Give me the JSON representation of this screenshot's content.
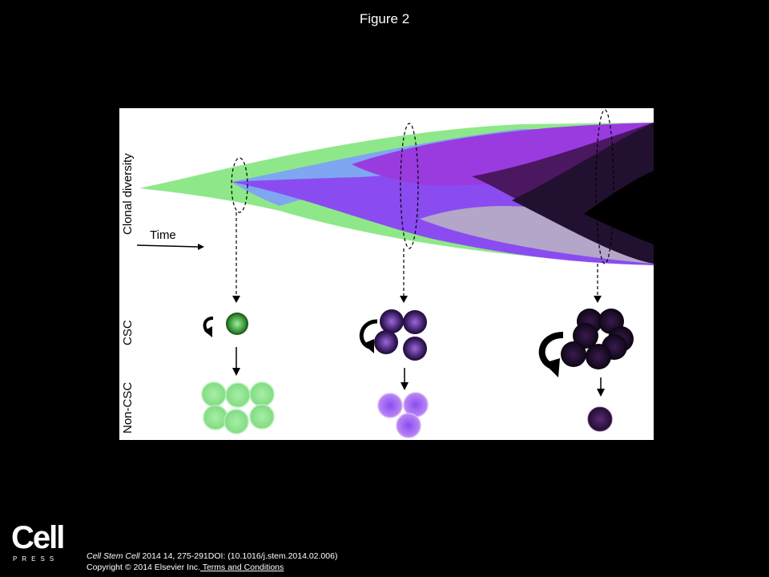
{
  "header": {
    "title": "Figure 2"
  },
  "diagram": {
    "y_axis_label": "Clonal diversity",
    "x_axis_label": "Time",
    "row_labels": {
      "csc": "CSC",
      "non_csc": "Non-CSC"
    },
    "stages": [
      {
        "csc_count": 1,
        "non_csc_count": 6,
        "csc_color": "#3fae3f",
        "non_csc_color": "#9be59b"
      },
      {
        "csc_count": 4,
        "non_csc_count": 3,
        "csc_color": "#5a2a8a",
        "non_csc_color": "#b680ee"
      },
      {
        "csc_count": 7,
        "non_csc_count": 1,
        "csc_color": "#2a0f3a",
        "non_csc_color": "#3a1848"
      }
    ],
    "clone_colors": [
      "#8ee88a",
      "#7fa6f0",
      "#8a4cf0",
      "#9a3be0",
      "#b3a6c8",
      "#4a1760",
      "#221030",
      "#000000"
    ]
  },
  "footer": {
    "logo_word": "Cell",
    "logo_sub": "PRESS",
    "journal": "Cell Stem Cell",
    "citation_rest": " 2014 14, 275-291DOI: (10.1016/j.stem.2014.02.006)",
    "copyright": "Copyright © 2014 Elsevier Inc.",
    "terms_link": " Terms and Conditions"
  }
}
